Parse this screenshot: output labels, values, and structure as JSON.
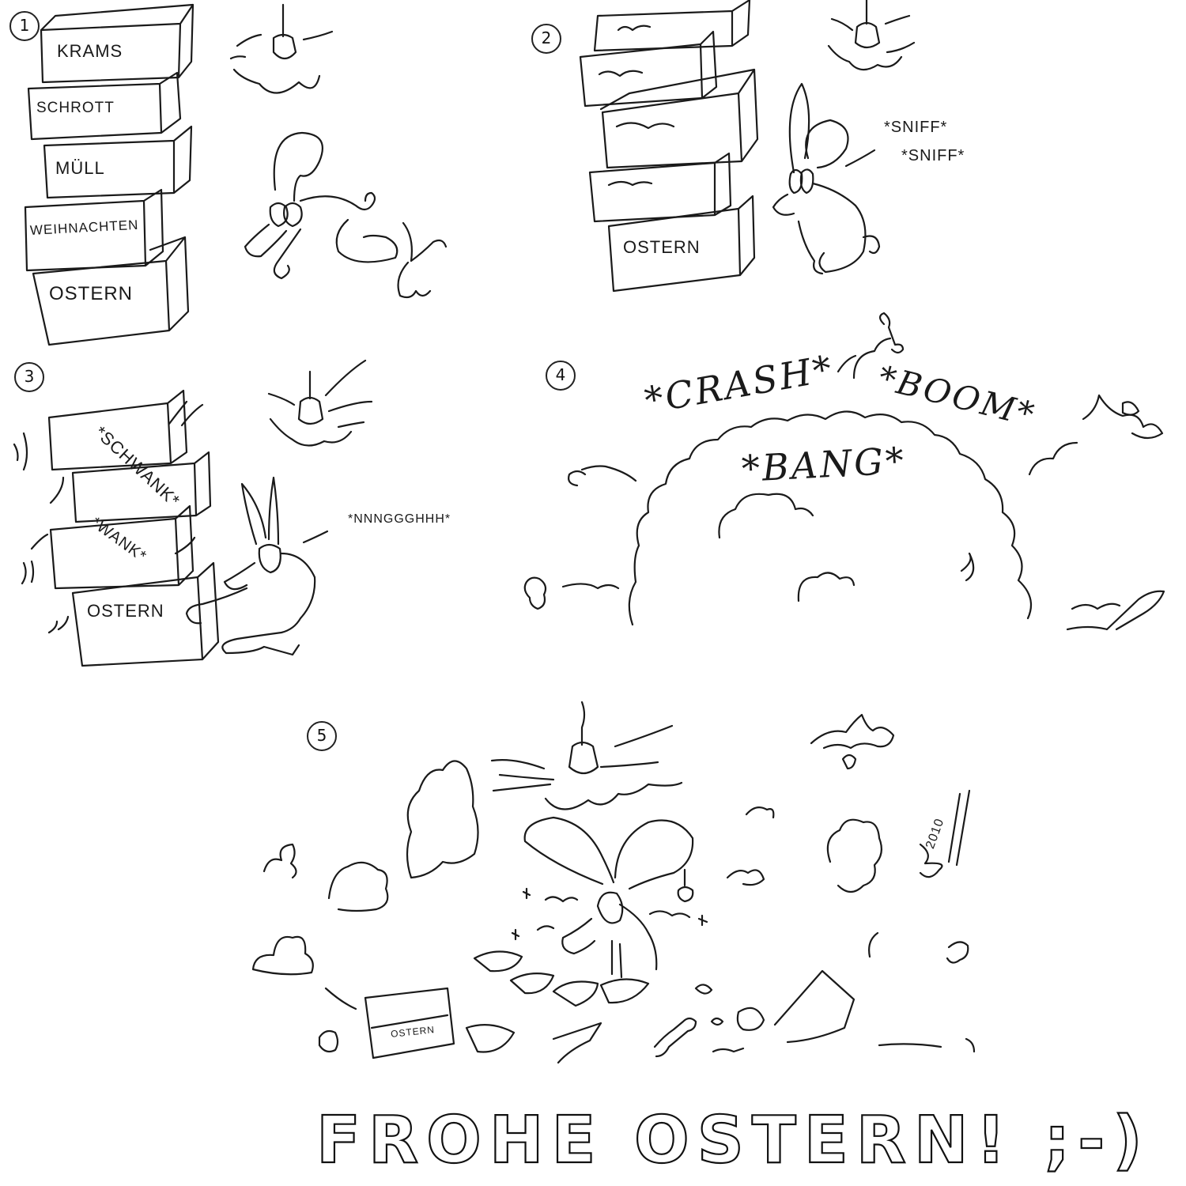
{
  "panels": {
    "p1": {
      "number": "1",
      "boxes": [
        "KRAMS",
        "SCHROTT",
        "MÜLL",
        "WEIHNACHTEN",
        "OSTERN"
      ]
    },
    "p2": {
      "number": "2",
      "box_label": "OSTERN",
      "sound_1": "*SNIFF*",
      "sound_2": "*SNIFF*"
    },
    "p3": {
      "number": "3",
      "box_label": "OSTERN",
      "sound_schwank": "*SCHWANK*",
      "sound_wank": "*WANK*",
      "sound_nang": "*NNNGGGHHH*"
    },
    "p4": {
      "number": "4",
      "sound_crash": "*CRASH*",
      "sound_boom": "*BOOM*",
      "sound_bang": "*BANG*"
    },
    "p5": {
      "number": "5",
      "box_label": "OSTERN",
      "signature_year": "2010"
    }
  },
  "greeting": "FROHE OSTERN! ;-)"
}
